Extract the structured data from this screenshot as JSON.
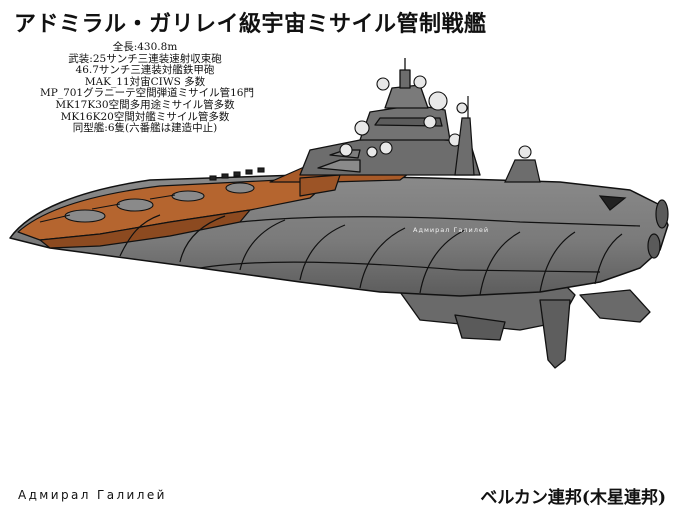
{
  "title": "アドミラル・ガリレイ級宇宙ミサイル管制戦艦",
  "specs": [
    "全長:430.8m",
    "武装:25サンチ三連装速射収束砲",
    "46.7サンチ三連装対艦鉄甲砲",
    "MAK_11対宙CIWS 多数",
    "MP_701グラニーテ空間弾道ミサイル管16門",
    "MK17K30空間多用途ミサイル管多数",
    "MK16K20空間対艦ミサイル管多数",
    "同型艦:6隻(六番艦は建造中止)"
  ],
  "hull_marking": "Адмирал Галилей",
  "footer": {
    "ship_name_ru": "Адмирал Галилей",
    "faction": "ベルカン連邦(木星連邦)"
  },
  "colors": {
    "hull": "#7d7d7d",
    "hull_dark": "#5e5e5e",
    "deck_orange": "#b5652f",
    "deck_orange_dark": "#8c4a20",
    "superstructure": "#6d6d6d",
    "outline": "#111111"
  }
}
